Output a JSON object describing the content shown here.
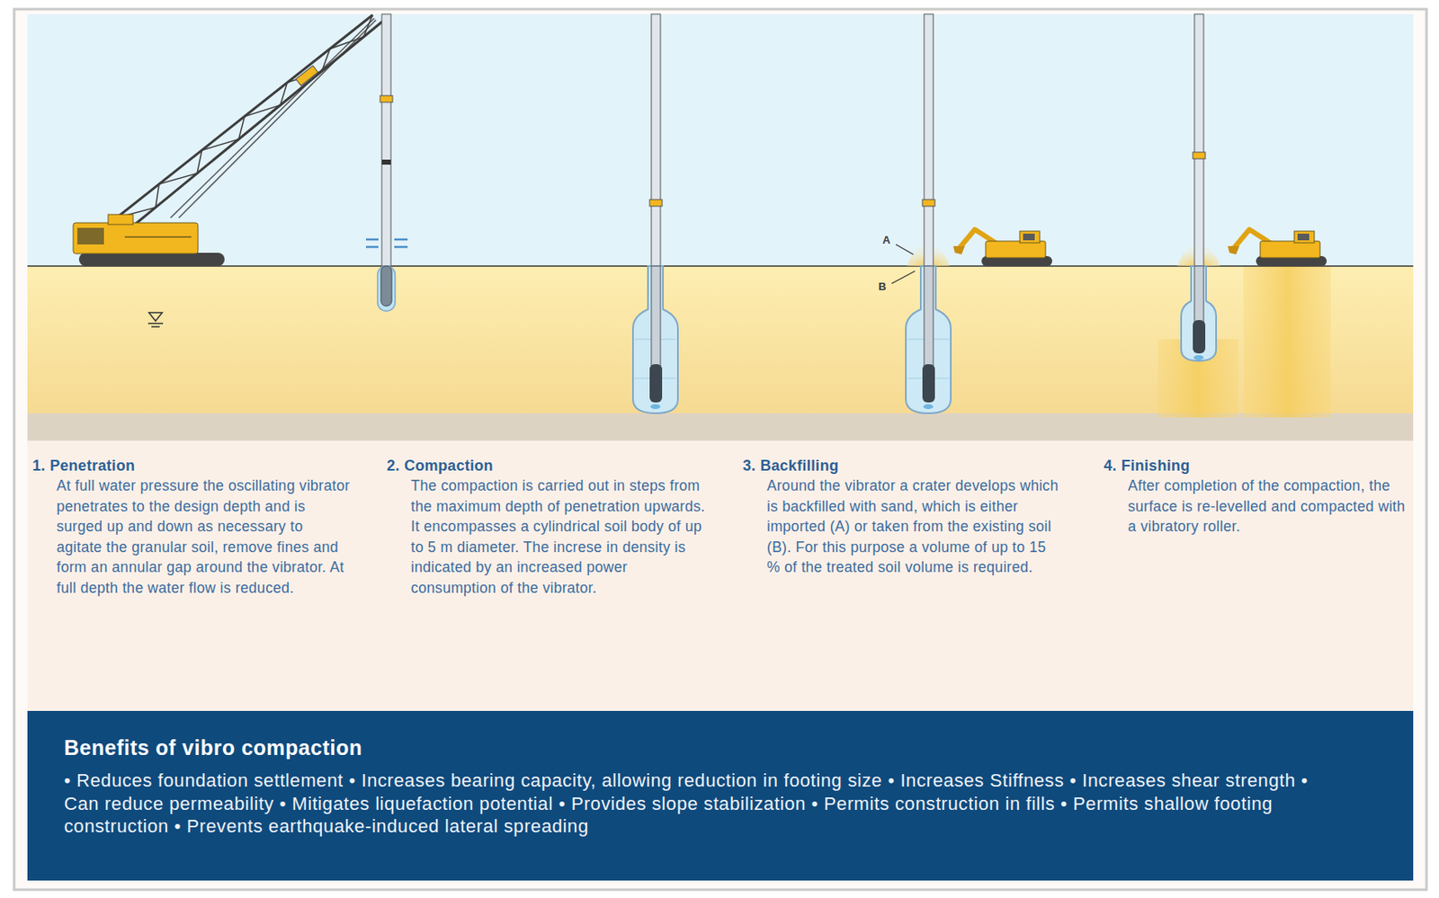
{
  "diagram": {
    "nodes": [
      {
        "text": [
          "1. Penetration",
          "At full water pressure the oscillating vibrator penetrates to the design depth and is surged up and down as necessary to agitate the granular soil, remove fines and form an annular gap around the vibrator. At full depth the water flow is reduced."
        ]
      },
      {
        "text": [
          "2. Compaction",
          "The compaction is carried out in steps from the maximum depth of penetration upwards. It encompasses a cylindrical soil body of up to 5 m diameter. The increse in density is indicated by an increased power consumption of the vibrator."
        ]
      },
      {
        "text": [
          "3. Backfilling",
          "Around the vibrator a crater develops which is backfilled with sand, which is either imported (A) or taken from the existing soil (B). For this purpose a volume of up to 15 % of the treated soil volume is required."
        ]
      },
      {
        "text": [
          "4. Finishing",
          "After completion of the compaction, the surface is re-levelled and compacted with a vibratory roller."
        ]
      },
      {
        "text": [
          "Benefits of vibro compaction",
          "• Reduces foundation settlement • Increases bearing capacity, allowing reduction in footing size • Increases Stiffness • Increases shear strength • Can reduce permeability • Mitigates liquefaction potential • Provides slope stabilization • Permits construction in fills • Permits shallow footing construction • Prevents earthquake-induced lateral spreading"
        ]
      }
    ],
    "labels": [
      "A",
      "B"
    ]
  }
}
